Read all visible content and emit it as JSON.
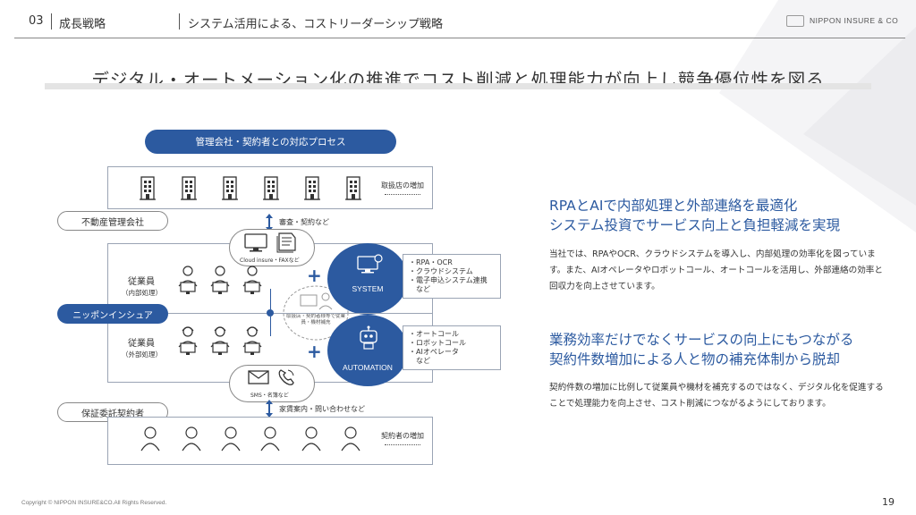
{
  "header": {
    "section_number": "03",
    "section_title": "成長戦略",
    "topic": "システム活用による、コストリーダーシップ戦略",
    "company": "NIPPON INSURE & CO"
  },
  "main_title": "デジタル・オートメーション化の推進でコスト削減と処理能力が向上し競争優位性を図る",
  "diagram": {
    "process_title": "管理会社・契約者との対応プロセス",
    "store_label": "取扱店の増加",
    "realestate_label": "不動産管理会社",
    "review_label": "審査・契約など",
    "cloud_label": "Cloud insure・FAXなど",
    "staff_internal": "従業員",
    "staff_internal_sub": "（内部処理）",
    "company_label": "ニッポンインシュア",
    "staff_external": "従業員",
    "staff_external_sub": "（外部処理）",
    "center_note": "取扱店・契約者様等で従業員・機材補充",
    "system_label": "SYSTEM",
    "automation_label": "AUTOMATION",
    "system_items": [
      "・RPA・OCR",
      "・クラウドシステム",
      "・電子申込システム連携",
      "　など"
    ],
    "automation_items": [
      "・オートコール",
      "・ロボットコール",
      "・AIオペレータ",
      "　など"
    ],
    "sms_label": "SMS・名簿など",
    "guarantee_label": "保証委託契約者",
    "guidance_label": "家賃案内・問い合わせなど",
    "contract_label": "契約者の増加"
  },
  "right": {
    "heading1_line1": "RPAとAIで内部処理と外部連絡を最適化",
    "heading1_line2": "システム投資でサービス向上と負担軽減を実現",
    "body1": "当社では、RPAやOCR、クラウドシステムを導入し、内部処理の効率化を図っています。また、AIオペレータやロボットコール、オートコールを活用し、外部連絡の効率と回収力を向上させています。",
    "heading2_line1": "業務効率だけでなくサービスの向上にもつながる",
    "heading2_line2": "契約件数増加による人と物の補充体制から脱却",
    "body2": "契約件数の増加に比例して従業員や機材を補充するのではなく、デジタル化を促進することで処理能力を向上させ、コスト削減につながるようにしております。"
  },
  "footer": {
    "copyright": "Copyright © NIPPON INSURE&CO.All Rights Reserved.",
    "page_number": "19"
  },
  "colors": {
    "accent": "#2c5aa0",
    "text": "#333333"
  }
}
